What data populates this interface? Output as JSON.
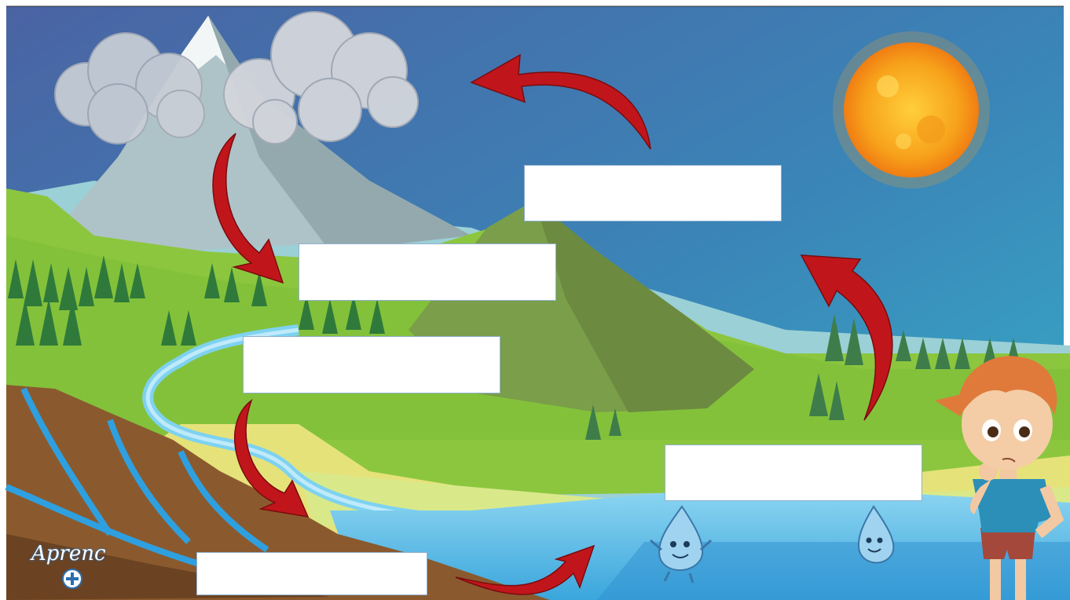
{
  "labels": [
    {
      "id": "evaporation-box",
      "text": ""
    },
    {
      "id": "precipitation-box",
      "text": ""
    },
    {
      "id": "runoff-box",
      "text": ""
    },
    {
      "id": "transpiration-box",
      "text": ""
    },
    {
      "id": "infiltration-box",
      "text": ""
    }
  ],
  "logo": {
    "text": "Aprenc"
  },
  "colors": {
    "sky_top": "#4a6aa8",
    "sky_bottom": "#3fa3c4",
    "arrow": "#c0161b",
    "grass": "#8cc63f",
    "water": "#6cc6ea",
    "soil": "#8a5a2e"
  }
}
